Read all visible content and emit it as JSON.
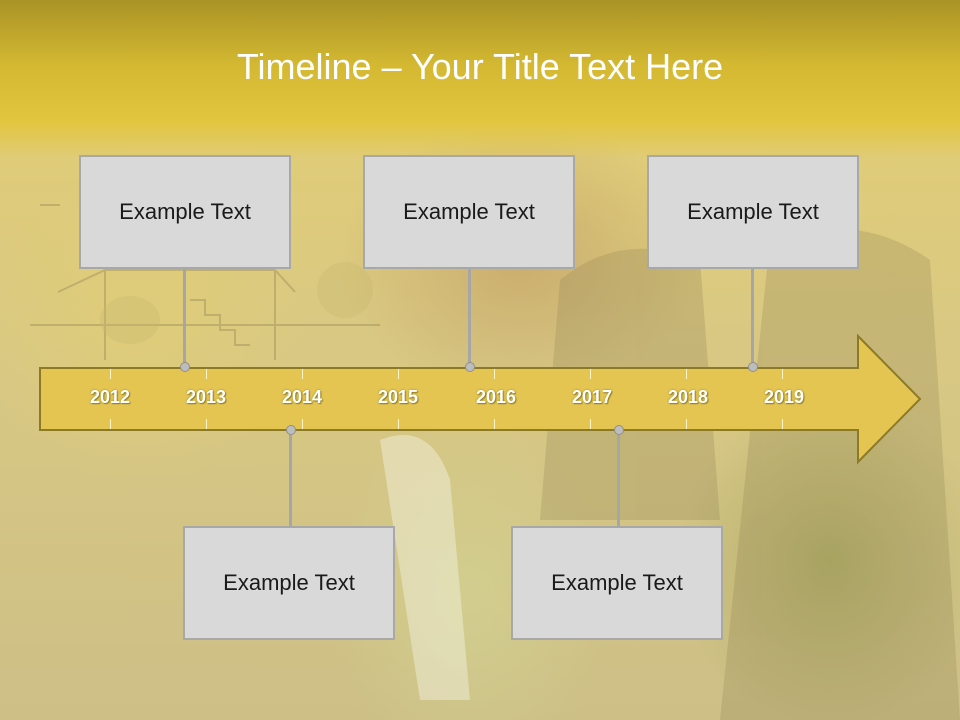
{
  "slide": {
    "title": "Timeline – Your Title Text Here"
  },
  "timeline": {
    "years": [
      "2012",
      "2013",
      "2014",
      "2015",
      "2016",
      "2017",
      "2018",
      "2019"
    ],
    "arrow_color": "#e5c552",
    "arrow_border": "#8c7a27"
  },
  "callouts": [
    {
      "text": "Example Text"
    },
    {
      "text": "Example Text"
    },
    {
      "text": "Example Text"
    },
    {
      "text": "Example Text"
    },
    {
      "text": "Example Text"
    }
  ]
}
